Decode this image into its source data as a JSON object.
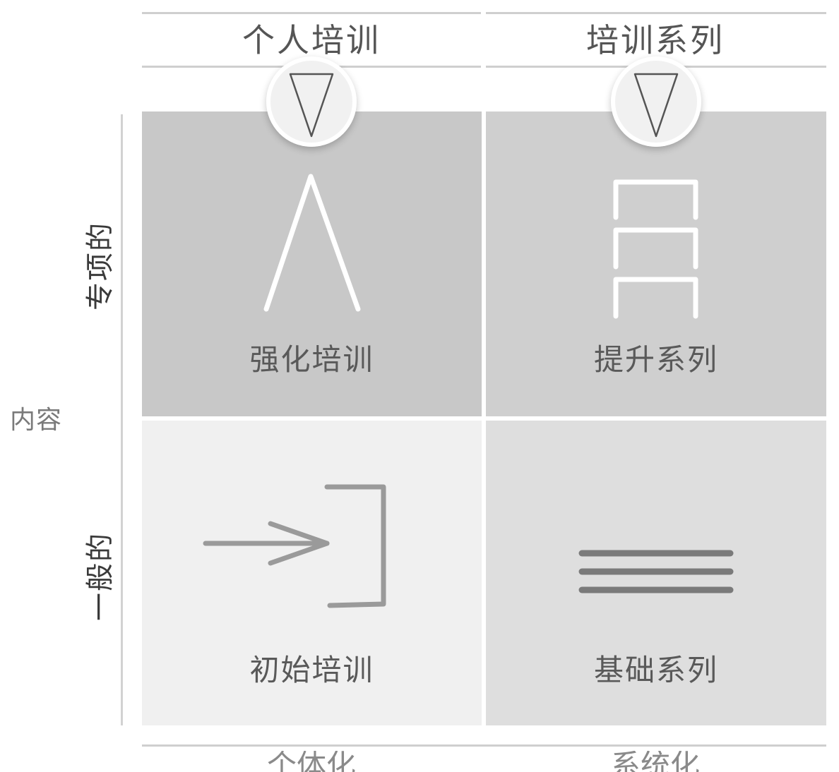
{
  "columns": [
    {
      "title": "个人培训",
      "bottom_text": "个体化"
    },
    {
      "title": "培训系列",
      "bottom_text": "系统化"
    }
  ],
  "rows": [
    {
      "label": "专项的"
    },
    {
      "label": "一般的"
    }
  ],
  "axis": {
    "y_label": "内容"
  },
  "cells": {
    "top_left": {
      "label": "强化培训",
      "icon": "peak-icon"
    },
    "top_right": {
      "label": "提升系列",
      "icon": "stacked-steps-icon"
    },
    "bottom_left": {
      "label": "初始培训",
      "icon": "arrow-into-bracket-icon"
    },
    "bottom_right": {
      "label": "基础系列",
      "icon": "three-lines-icon"
    }
  },
  "colors": {
    "top_left_fill": "#c8c8c8",
    "top_right_fill": "#cfcfcf",
    "bottom_left_fill": "#f0f0f0",
    "bottom_right_fill": "#dedede"
  }
}
